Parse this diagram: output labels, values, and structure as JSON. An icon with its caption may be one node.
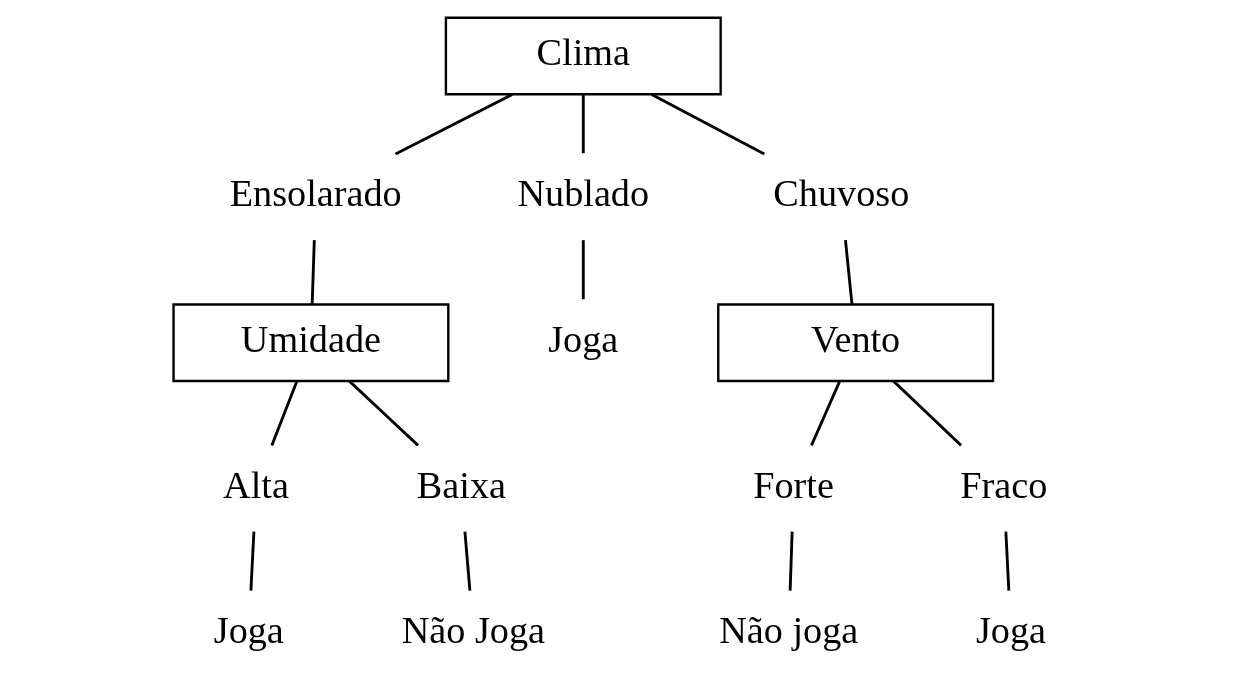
{
  "diagram": {
    "nodes": [
      {
        "text": [
          "Clima"
        ]
      },
      {
        "text": [
          "Ensolarado"
        ]
      },
      {
        "text": [
          "Nublado"
        ]
      },
      {
        "text": [
          "Chuvoso"
        ]
      },
      {
        "text": [
          "Umidade"
        ]
      },
      {
        "text": [
          "Joga"
        ]
      },
      {
        "text": [
          "Vento"
        ]
      },
      {
        "text": [
          "Alta"
        ]
      },
      {
        "text": [
          "Baixa"
        ]
      },
      {
        "text": [
          "Forte"
        ]
      },
      {
        "text": [
          "Fraco"
        ]
      },
      {
        "text": [
          "Joga"
        ]
      },
      {
        "text": [
          "Não Joga"
        ]
      },
      {
        "text": [
          "Não joga"
        ]
      },
      {
        "text": [
          "Joga"
        ]
      }
    ],
    "edges": [
      {
        "from": 0,
        "to": 1,
        "arrow": "none"
      },
      {
        "from": 0,
        "to": 2,
        "arrow": "none"
      },
      {
        "from": 0,
        "to": 3,
        "arrow": "none"
      },
      {
        "from": 1,
        "to": 4,
        "arrow": "none"
      },
      {
        "from": 2,
        "to": 5,
        "arrow": "none"
      },
      {
        "from": 3,
        "to": 6,
        "arrow": "none"
      },
      {
        "from": 4,
        "to": 7,
        "arrow": "none"
      },
      {
        "from": 4,
        "to": 8,
        "arrow": "none"
      },
      {
        "from": 6,
        "to": 9,
        "arrow": "none"
      },
      {
        "from": 6,
        "to": 10,
        "arrow": "none"
      },
      {
        "from": 7,
        "to": 11,
        "arrow": "none"
      },
      {
        "from": 8,
        "to": 12,
        "arrow": "none"
      },
      {
        "from": 9,
        "to": 13,
        "arrow": "none"
      },
      {
        "from": 10,
        "to": 14,
        "arrow": "none"
      }
    ]
  }
}
